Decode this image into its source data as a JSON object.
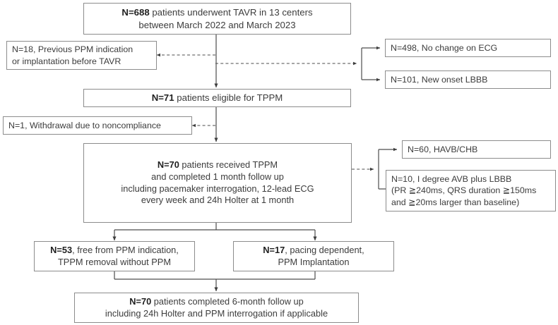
{
  "diagram": {
    "title": "TAVR TPPM patient flow diagram",
    "type": "flowchart",
    "colors": {
      "box_border": "#8c8c8c",
      "text": "#3c3c3c",
      "emphasis_text": "#1f1f1f",
      "connector": "#4d4d4d",
      "background": "#ffffff"
    }
  },
  "nodes": {
    "enrollment": {
      "id": "enrollment",
      "lines": [
        {
          "bold": "N=688",
          "rest": " patients underwent TAVR in 13 centers"
        },
        {
          "bold": "",
          "rest": "between March 2022 and March 2023"
        }
      ],
      "line1_bold": "N=688",
      "line1_rest": " patients underwent TAVR in 13 centers",
      "line2": "between March 2022 and March 2023"
    },
    "excluded_ppm": {
      "id": "excluded-previous-ppm",
      "line1": "N=18, Previous PPM indication",
      "line2": "or implantation before TAVR"
    },
    "no_change_ecg": {
      "id": "no-change-on-ecg",
      "line1": "N=498, No change on ECG"
    },
    "new_lbbb": {
      "id": "new-onset-lbbb",
      "line1": "N=101, New onset LBBB"
    },
    "eligible": {
      "id": "eligible-for-tppm",
      "line1_bold": "N=71",
      "line1_rest": " patients eligible for TPPM"
    },
    "withdrawal": {
      "id": "withdrawal-noncompliance",
      "line1": "N=1, Withdrawal due to noncompliance"
    },
    "received_tppm": {
      "id": "received-tppm",
      "line1_bold": "N=70",
      "line1_rest": " patients received TPPM",
      "line2": "and completed 1 month follow up",
      "line3": "including pacemaker interrogation, 12-lead ECG",
      "line4": "every week and 24h Holter at 1 month"
    },
    "havb_chb": {
      "id": "havb-chb",
      "line1": "N=60, HAVB/CHB"
    },
    "avb_lbbb": {
      "id": "first-degree-avb-plus-lbbb",
      "line1": "N=10, I degree AVB plus LBBB",
      "line2": "(PR ≧240ms, QRS duration ≧150ms",
      "line3": "and ≧20ms larger than baseline)"
    },
    "free_from_ppm": {
      "id": "free-from-ppm",
      "line1_bold": "N=53",
      "line1_rest": ", free from PPM indication,",
      "line2": "TPPM removal without PPM"
    },
    "pacing_dependent": {
      "id": "pacing-dependent",
      "line1_bold": "N=17",
      "line1_rest": ", pacing dependent,",
      "line2": "PPM Implantation"
    },
    "six_month": {
      "id": "six-month-follow-up",
      "line1_bold": "N=70",
      "line1_rest": " patients completed 6-month follow up",
      "line2": "including 24h Holter and PPM interrogation if applicable"
    }
  }
}
